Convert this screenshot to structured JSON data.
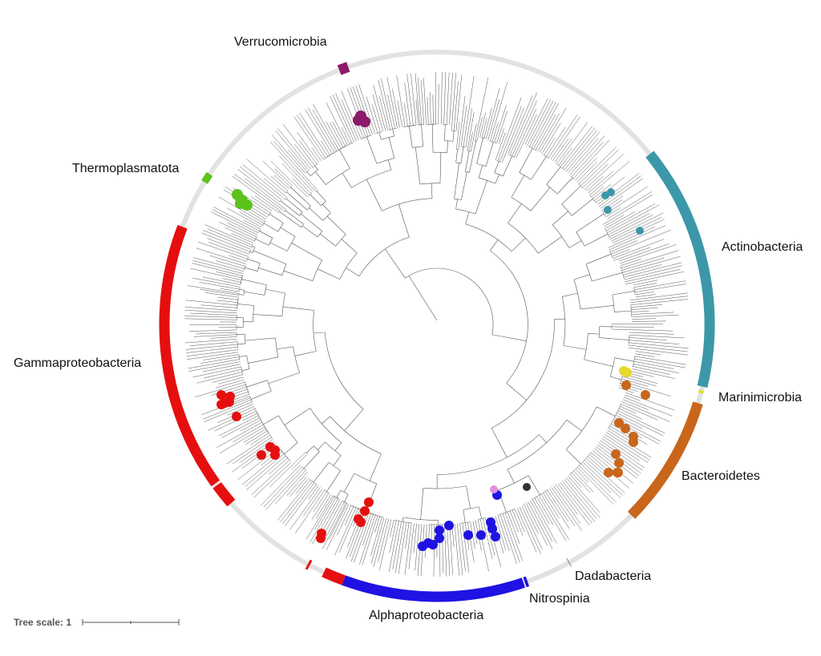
{
  "tree_scale": {
    "label": "Tree scale: 1"
  },
  "clades": [
    {
      "id": "verrucomicrobia",
      "label": "Verrucomicrobia",
      "color": "#8b1a6b"
    },
    {
      "id": "thermoplasmatota",
      "label": "Thermoplasmatota",
      "color": "#5cc21c"
    },
    {
      "id": "gammaproteobacteria",
      "label": "Gammaproteobacteria",
      "color": "#e60f0f"
    },
    {
      "id": "alphaproteobacteria",
      "label": "Alphaproteobacteria",
      "color": "#1f12e3"
    },
    {
      "id": "nitrospinia",
      "label": "Nitrospinia",
      "color": "#1f12e3"
    },
    {
      "id": "dadabacteria",
      "label": "Dadabacteria",
      "color": "#aaaaaa"
    },
    {
      "id": "bacteroidetes",
      "label": "Bacteroidetes",
      "color": "#c8661c"
    },
    {
      "id": "marinimicrobia",
      "label": "Marinimicrobia",
      "color": "#e5d92a"
    },
    {
      "id": "actinobacteria",
      "label": "Actinobacteria",
      "color": "#3c98a8"
    }
  ],
  "colors": {
    "ring_default": "#e2e2e2",
    "branch": "#555555",
    "extra_dot_pink": "#e08ee0",
    "extra_dot_dark": "#333333"
  }
}
